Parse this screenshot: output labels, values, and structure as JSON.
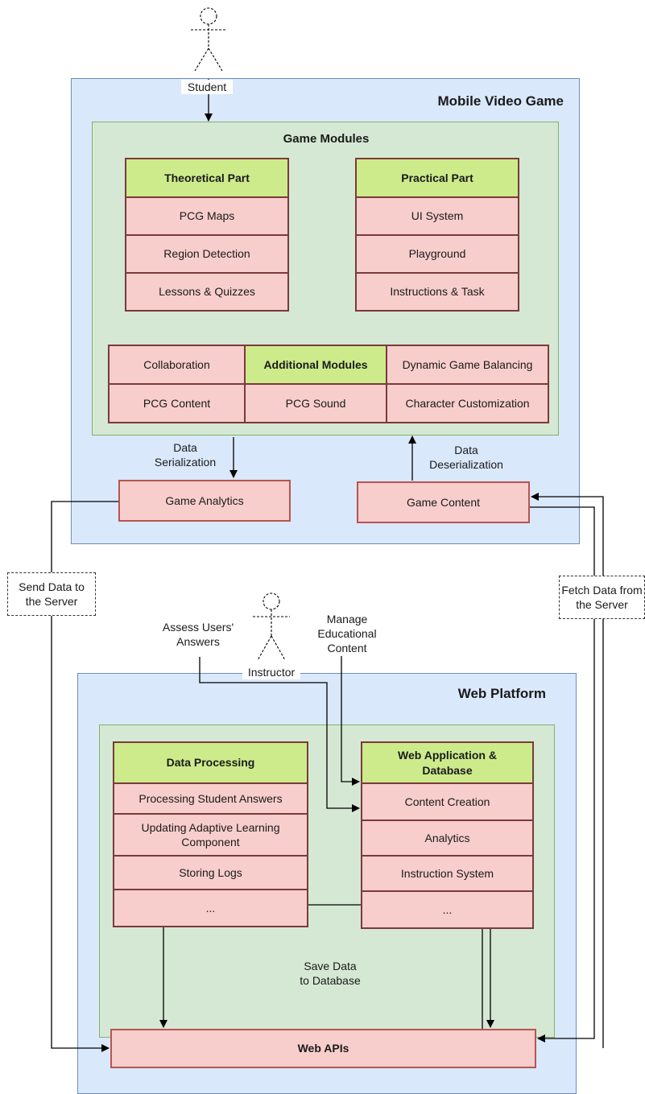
{
  "actors": {
    "student": "Student",
    "instructor": "Instructor"
  },
  "mobile": {
    "title": "Mobile Video Game",
    "game_modules_title": "Game Modules",
    "theoretical": {
      "header": "Theoretical Part",
      "items": [
        "PCG Maps",
        "Region Detection",
        "Lessons & Quizzes"
      ]
    },
    "practical": {
      "header": "Practical Part",
      "items": [
        "UI System",
        "Playground",
        "Instructions & Task"
      ]
    },
    "additional": {
      "header": "Additional Modules",
      "left": [
        "Collaboration",
        "PCG Content"
      ],
      "center_bottom": "PCG Sound",
      "right": [
        "Dynamic Game Balancing",
        "Character Customization"
      ]
    },
    "game_analytics": "Game Analytics",
    "game_content": "Game Content",
    "data_serialization": "Data\nSerialization",
    "data_deserialization": "Data\nDeserialization"
  },
  "edges": {
    "send_data": "Send Data to\nthe Server",
    "fetch_data": "Fetch Data from\nthe Server",
    "assess": "Assess Users'\nAnswers",
    "manage": "Manage\nEducational\nContent",
    "save_data": "Save Data\nto Database"
  },
  "web": {
    "title": "Web Platform",
    "data_processing": {
      "header": "Data Processing",
      "items": [
        "Processing Student Answers",
        "Updating Adaptive Learning\nComponent",
        "Storing Logs",
        "..."
      ]
    },
    "web_app": {
      "header": "Web Application &\nDatabase",
      "items": [
        "Content Creation",
        "Analytics",
        "Instruction System",
        "..."
      ]
    },
    "web_apis": "Web APIs"
  },
  "colors": {
    "region_blue": "#dae8fc",
    "region_green": "#d5e8d4",
    "module_pink": "#f8cecc",
    "header_green": "#cdeb8b"
  }
}
